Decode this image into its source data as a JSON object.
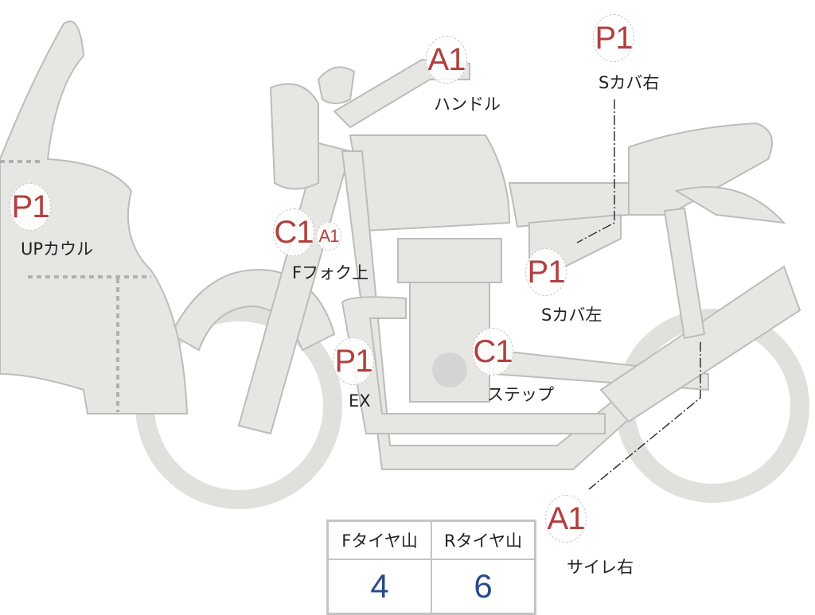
{
  "markers": {
    "upcowl": {
      "grade": "P1",
      "label": "UPカウル"
    },
    "handle": {
      "grade": "A1",
      "label": "ハンドル"
    },
    "scover_right": {
      "grade": "P1",
      "label": "Sカバ右"
    },
    "ffork_upper": {
      "grade": "C1",
      "grade2": "A1",
      "label": "Fフォク上"
    },
    "scover_left": {
      "grade": "P1",
      "label": "Sカバ左"
    },
    "exhaust": {
      "grade": "P1",
      "label": "EX"
    },
    "step": {
      "grade": "C1",
      "label": "ステップ"
    },
    "silencer_right": {
      "grade": "A1",
      "label": "サイレ右"
    }
  },
  "tire_table": {
    "headers": [
      "Fタイヤ山",
      "Rタイヤ山"
    ],
    "values": [
      "4",
      "6"
    ]
  },
  "colors": {
    "grade": "#b0403f",
    "value": "#2b4a8b",
    "body": "#e6e6e3",
    "outline": "#bcbcbc"
  }
}
